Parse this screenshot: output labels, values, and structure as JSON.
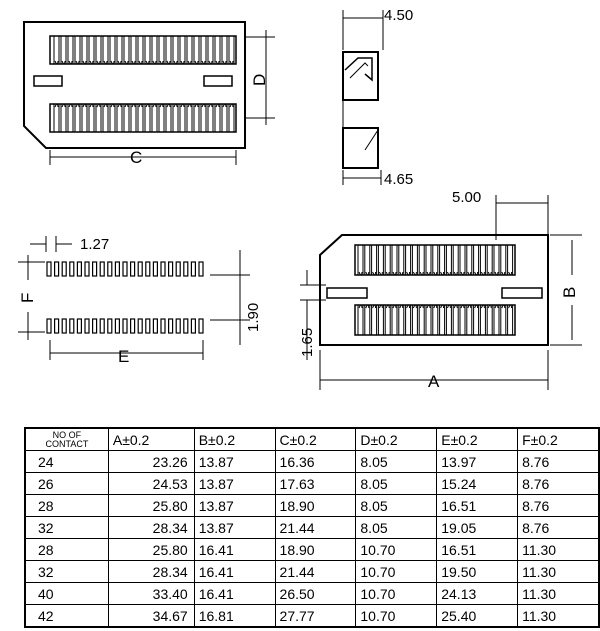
{
  "dimensions": {
    "top_width": "4.50",
    "bottom_width": "4.65",
    "c_label": "C",
    "d_label": "D",
    "pitch": "1.27",
    "f_label": "F",
    "e_label": "E",
    "row_gap": "1.90",
    "offset_top": "5.00",
    "offset_side": "1.65",
    "a_label": "A",
    "b_label": "B"
  },
  "table": {
    "header_no": "NO OF",
    "header_contact": "CONTACT",
    "columns": [
      "A±0.2",
      "B±0.2",
      "C±0.2",
      "D±0.2",
      "E±0.2",
      "F±0.2"
    ],
    "rows": [
      [
        "24",
        "23.26",
        "13.87",
        "16.36",
        "8.05",
        "13.97",
        "8.76"
      ],
      [
        "26",
        "24.53",
        "13.87",
        "17.63",
        "8.05",
        "15.24",
        "8.76"
      ],
      [
        "28",
        "25.80",
        "13.87",
        "18.90",
        "8.05",
        "16.51",
        "8.76"
      ],
      [
        "32",
        "28.34",
        "13.87",
        "21.44",
        "8.05",
        "19.05",
        "8.76"
      ],
      [
        "28",
        "25.80",
        "16.41",
        "18.90",
        "10.70",
        "16.51",
        "11.30"
      ],
      [
        "32",
        "28.34",
        "16.41",
        "21.44",
        "10.70",
        "19.50",
        "11.30"
      ],
      [
        "40",
        "33.40",
        "16.41",
        "26.50",
        "10.70",
        "24.13",
        "11.30"
      ],
      [
        "42",
        "34.67",
        "16.81",
        "27.77",
        "10.70",
        "25.40",
        "11.30"
      ]
    ]
  }
}
